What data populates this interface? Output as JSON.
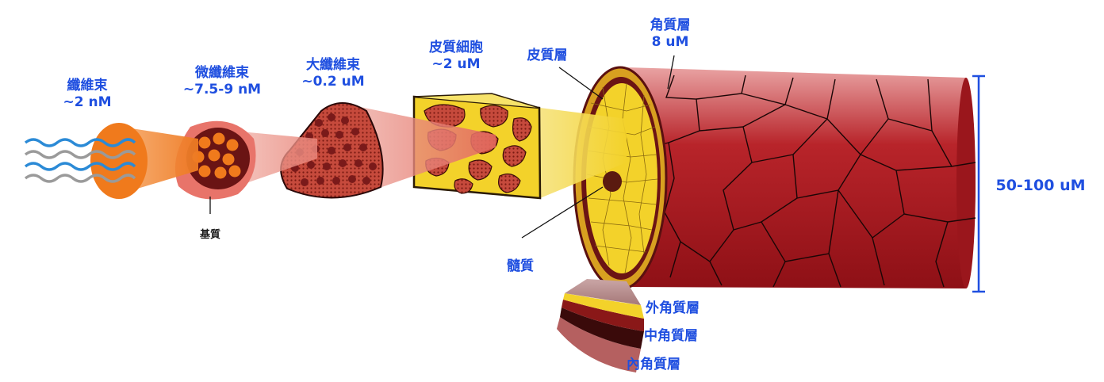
{
  "labels": {
    "fibril": {
      "name": "纖維束",
      "size": "~2 nM"
    },
    "microfibril": {
      "name": "微纖維束",
      "size": "~7.5-9 nM"
    },
    "macrofibril": {
      "name": "大纖維束",
      "size": "~0.2 uM"
    },
    "cortical_cell": {
      "name": "皮質細胞",
      "size": "~2 uM"
    },
    "cortex": "皮質層",
    "cuticle": {
      "name": "角質層",
      "size": "8 uM"
    },
    "matrix": "基質",
    "medulla": "髓質",
    "diameter": "50-100 uM",
    "epicuticle": "外角質層",
    "exocuticle": "中角質層",
    "endocuticle": "內角質層"
  },
  "colors": {
    "label_blue": "#1f4fe0",
    "hair_red": "#a3151b",
    "cortex_yellow": "#f3d22a",
    "orange": "#f07a1c",
    "salmon": "#e8746a",
    "dark_brown": "#5a1a1a"
  }
}
